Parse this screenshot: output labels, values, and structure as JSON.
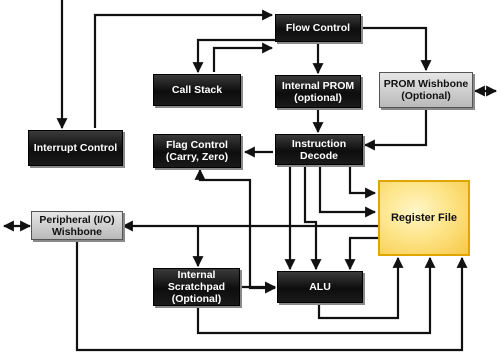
{
  "diagram": {
    "blocks": {
      "flow_control": "Flow Control",
      "call_stack": "Call Stack",
      "internal_prom": "Internal PROM\n(optional)",
      "prom_wishbone": "PROM Wishbone\n(Optional)",
      "interrupt_control": "Interrupt Control",
      "flag_control": "Flag Control\n(Carry, Zero)",
      "instruction_decode": "Instruction\nDecode",
      "register_file": "Register File",
      "peripheral_wishbone": "Peripheral (I/O)\nWishbone",
      "internal_scratchpad": "Internal\nScratchpad\n(Optional)",
      "alu": "ALU"
    },
    "colors": {
      "block_dark": "#111111",
      "block_gray": "#c8c8c8",
      "register_file": "#fde58a",
      "wire": "#111111"
    }
  }
}
